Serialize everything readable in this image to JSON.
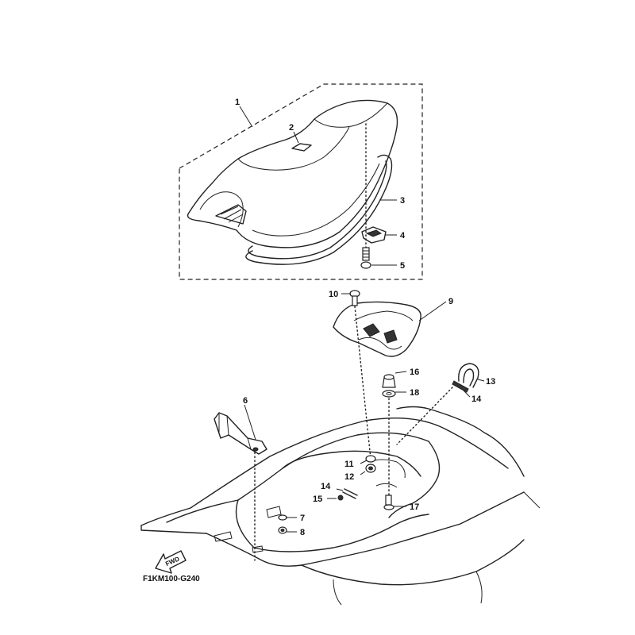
{
  "diagram": {
    "code": "F1KM100-G240",
    "fwd_label": "FWD",
    "callouts": {
      "c1": "1",
      "c2": "2",
      "c3": "3",
      "c4": "4",
      "c5": "5",
      "c6": "6",
      "c7": "7",
      "c8": "8",
      "c9": "9",
      "c10": "10",
      "c11": "11",
      "c12": "12",
      "c13": "13",
      "c14a": "14",
      "c14b": "14",
      "c15": "15",
      "c16": "16",
      "c17": "17",
      "c18": "18"
    }
  }
}
